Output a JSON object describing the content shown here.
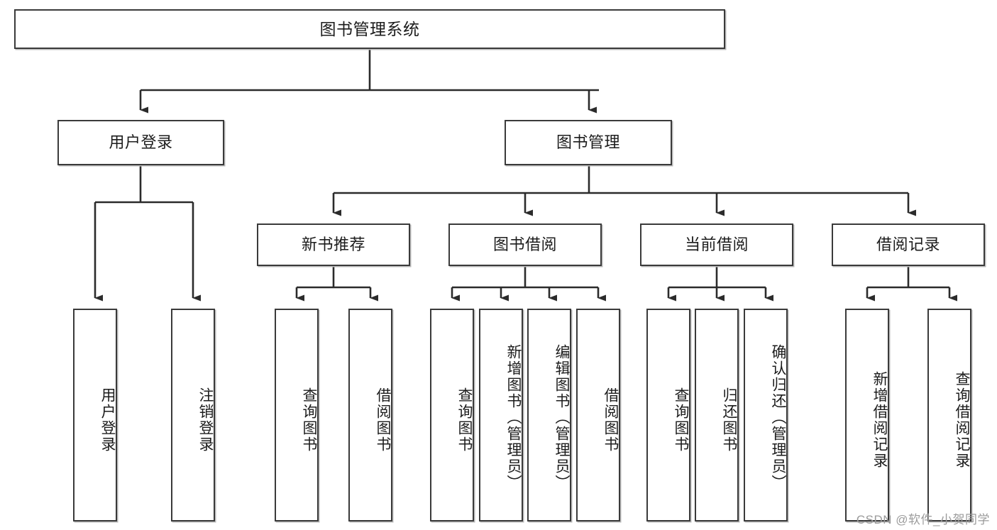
{
  "diagram": {
    "title": "图书管理系统",
    "type": "tree-hierarchy-diagram",
    "colors": {
      "box_border": "#3a3a3a",
      "box_fill": "#ffffff",
      "connector": "#2b2b2b",
      "text": "#1c1c1c",
      "watermark": "#9b9b9b"
    },
    "root": {
      "label": "图书管理系统"
    },
    "level2": [
      {
        "label": "用户登录"
      },
      {
        "label": "图书管理"
      }
    ],
    "level3": [
      {
        "label": "新书推荐"
      },
      {
        "label": "图书借阅"
      },
      {
        "label": "当前借阅"
      },
      {
        "label": "借阅记录"
      }
    ],
    "leaves": {
      "user_login": [
        {
          "label": "用户登录"
        },
        {
          "label": "注销登录"
        }
      ],
      "new_book_recommend": [
        {
          "label": "查询图书"
        },
        {
          "label": "借阅图书"
        }
      ],
      "book_borrow": [
        {
          "label": "查询图书"
        },
        {
          "label": "新增图书（管理员）"
        },
        {
          "label": "编辑图书（管理员）"
        },
        {
          "label": "借阅图书"
        }
      ],
      "current_borrow": [
        {
          "label": "查询图书"
        },
        {
          "label": "归还图书"
        },
        {
          "label": "确认归还（管理员）"
        }
      ],
      "borrow_record": [
        {
          "label": "新增借阅记录"
        },
        {
          "label": "查询借阅记录"
        }
      ]
    },
    "watermark": "CSDN @软件_小贺同学"
  }
}
